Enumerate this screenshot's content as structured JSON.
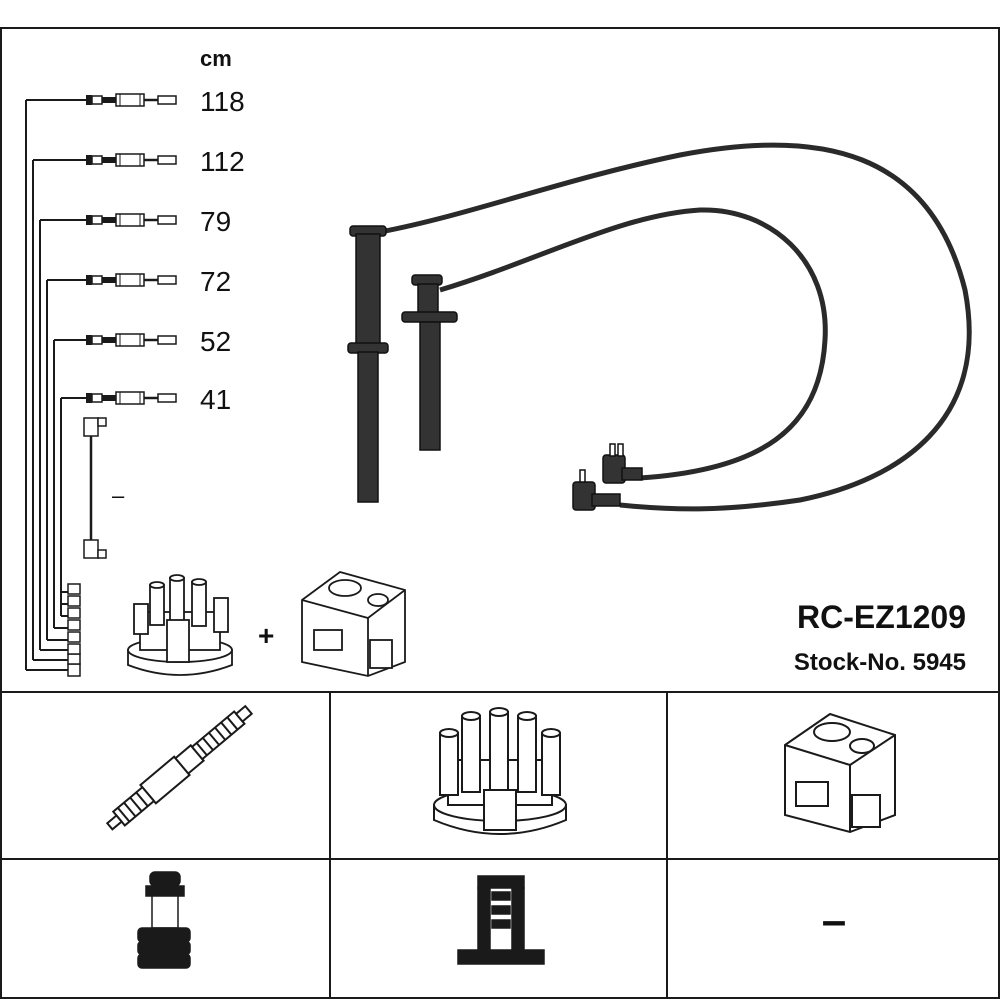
{
  "header": {
    "unit": "cm"
  },
  "cable_lengths": [
    "118",
    "112",
    "79",
    "72",
    "52",
    "41"
  ],
  "coil_lead_length": "–",
  "plus_sign": "+",
  "part": {
    "code": "RC-EZ1209",
    "stock_label": "Stock-No. 5945"
  },
  "table": {
    "row1": [
      "spark-plug-icon",
      "distributor-cap-icon",
      "ignition-coil-icon"
    ],
    "row2": {
      "plug_connector": "plug-connector-icon",
      "cap_connector": "cap-connector-icon",
      "coil_connector_dash": "–"
    }
  },
  "colors": {
    "ink": "#1a1a1a",
    "background": "#ffffff"
  }
}
